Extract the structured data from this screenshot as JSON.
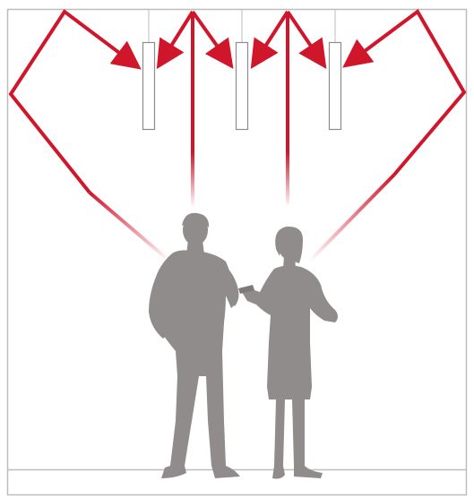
{
  "colors": {
    "background": "#ffffff",
    "room_outline": "#bdbdbd",
    "ray": "#d0162a",
    "fixture_outline": "#8c8c8c",
    "fixture_fill": "#ffffff",
    "silhouette": "#8f8c8b"
  },
  "elements": {
    "fixtures": [
      {
        "name": "pendant-fixture-left"
      },
      {
        "name": "pendant-fixture-center"
      },
      {
        "name": "pendant-fixture-right"
      }
    ],
    "people": [
      {
        "name": "man-silhouette"
      },
      {
        "name": "woman-silhouette"
      }
    ]
  }
}
